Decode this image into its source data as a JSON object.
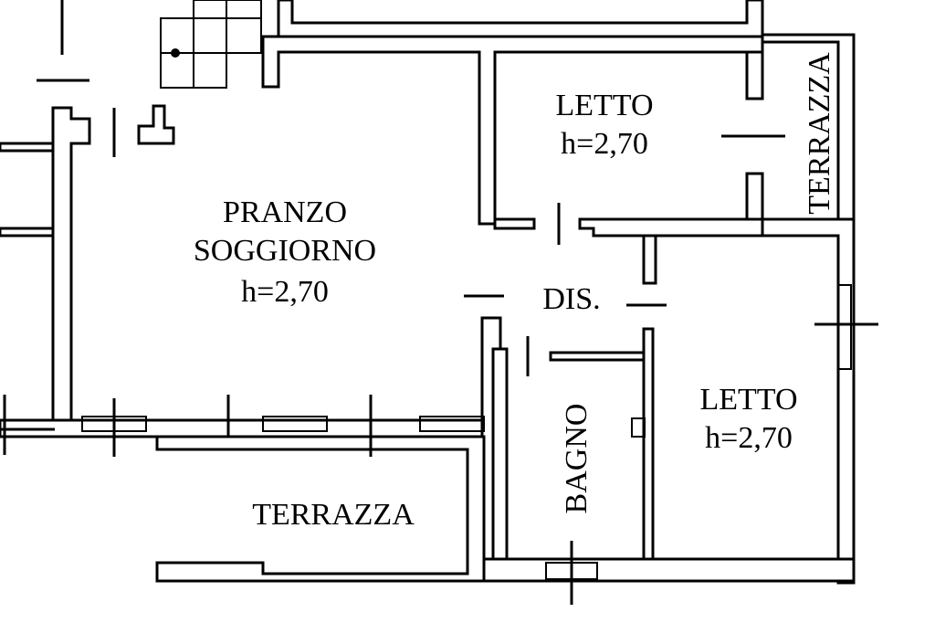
{
  "rooms": {
    "living": {
      "name_line1": "PRANZO",
      "name_line2": "SOGGIORNO",
      "height": "h=2,70"
    },
    "bedroom_top": {
      "name": "LETTO",
      "height": "h=2,70"
    },
    "bedroom_bottom": {
      "name": "LETTO",
      "height": "h=2,70"
    },
    "terrace_right": {
      "name": "TERRAZZA"
    },
    "terrace_bottom": {
      "name": "TERRAZZA"
    },
    "hallway": {
      "name": "DIS."
    },
    "bathroom": {
      "name": "BAGNO"
    }
  },
  "colors": {
    "ink": "#000000",
    "paper": "#ffffff"
  }
}
